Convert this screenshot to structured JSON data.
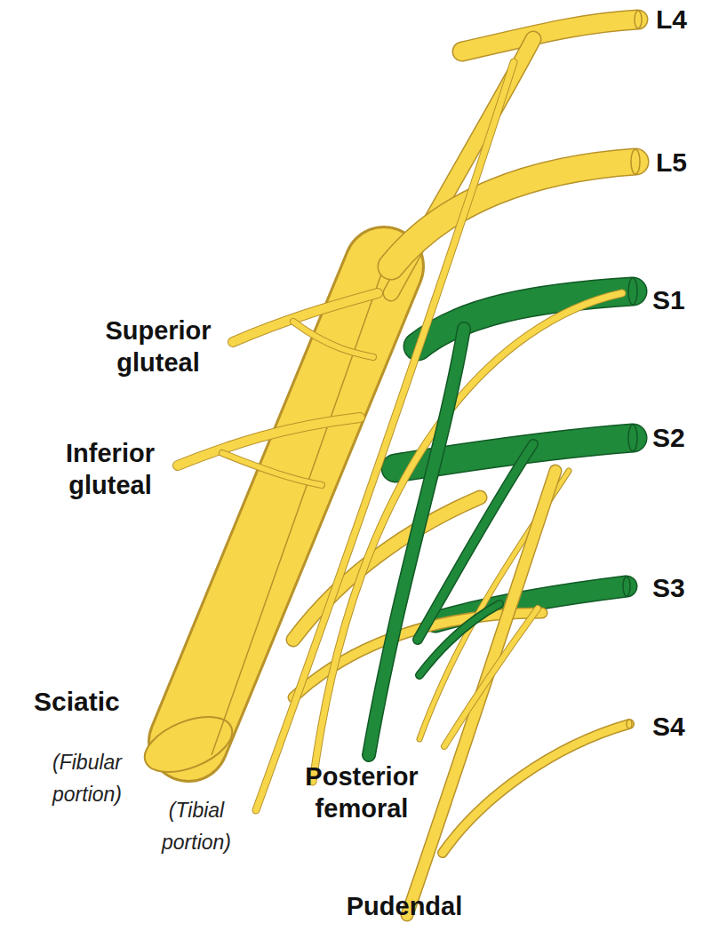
{
  "diagram": {
    "labels": [
      "L4",
      "L5",
      "S1",
      "S2",
      "S3",
      "S4",
      "Superior gluteal",
      "Inferior gluteal",
      "Sciatic",
      "(Fibular portion)",
      "(Tibial portion)",
      "Posterior femoral",
      "Pudendal"
    ]
  }
}
